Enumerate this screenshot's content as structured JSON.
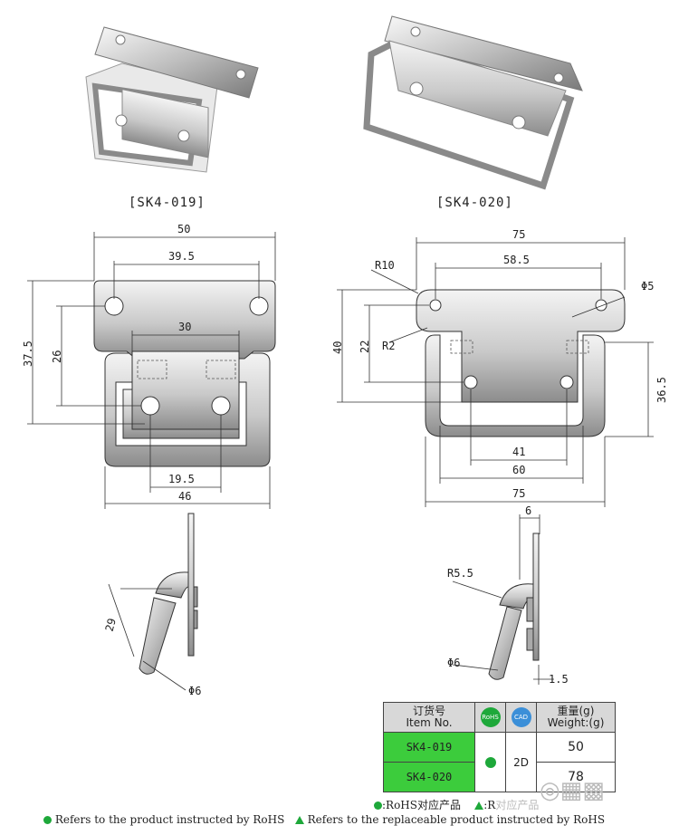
{
  "products": {
    "left_caption": "[SK4-019]",
    "right_caption": "[SK4-020]"
  },
  "left_dims": {
    "overall_width": "50",
    "hole_spacing": "39.5",
    "inner_width": "30",
    "height": "37.5",
    "hole_height": "26",
    "lower_hole_spacing": "19.5",
    "bottom_width": "46",
    "side_length": "29",
    "wire_dia": "Φ6"
  },
  "right_dims": {
    "overall_width": "75",
    "hole_spacing": "58.5",
    "corner_radius": "R10",
    "hole_dia": "Φ5",
    "height": "40",
    "hole_height": "22",
    "small_radius": "R2",
    "ring_height": "36.5",
    "lower_hole_spacing": "41",
    "ring_inner": "60",
    "bottom_width": "75",
    "thickness": "6",
    "bend_radius": "R5.5",
    "wire_dia": "Φ6",
    "plate": "1.5"
  },
  "table": {
    "col1_cn": "订货号",
    "col1_en": "Item No.",
    "rohs_label": "RoHS",
    "cad_label": "CAD",
    "col4_cn": "重量(g)",
    "col4_en": "Weight:(g)",
    "rows": [
      {
        "item": "SK4-019",
        "weight": "50"
      },
      {
        "item": "SK4-020",
        "weight": "78"
      }
    ],
    "cad_value": "2D"
  },
  "legend": {
    "rohs": ":RoHS对应产品",
    "replace": ":R",
    "replace_tail": "对应产品"
  },
  "footer": {
    "rohs_note": "Refers to the product instructed by RoHS",
    "replace_note": "Refers to the replaceable product instructed by RoHS"
  },
  "colors": {
    "table_highlight": "#3ccc3c",
    "rohs_green": "#1ea83a",
    "cad_blue": "#3b8fd8"
  }
}
